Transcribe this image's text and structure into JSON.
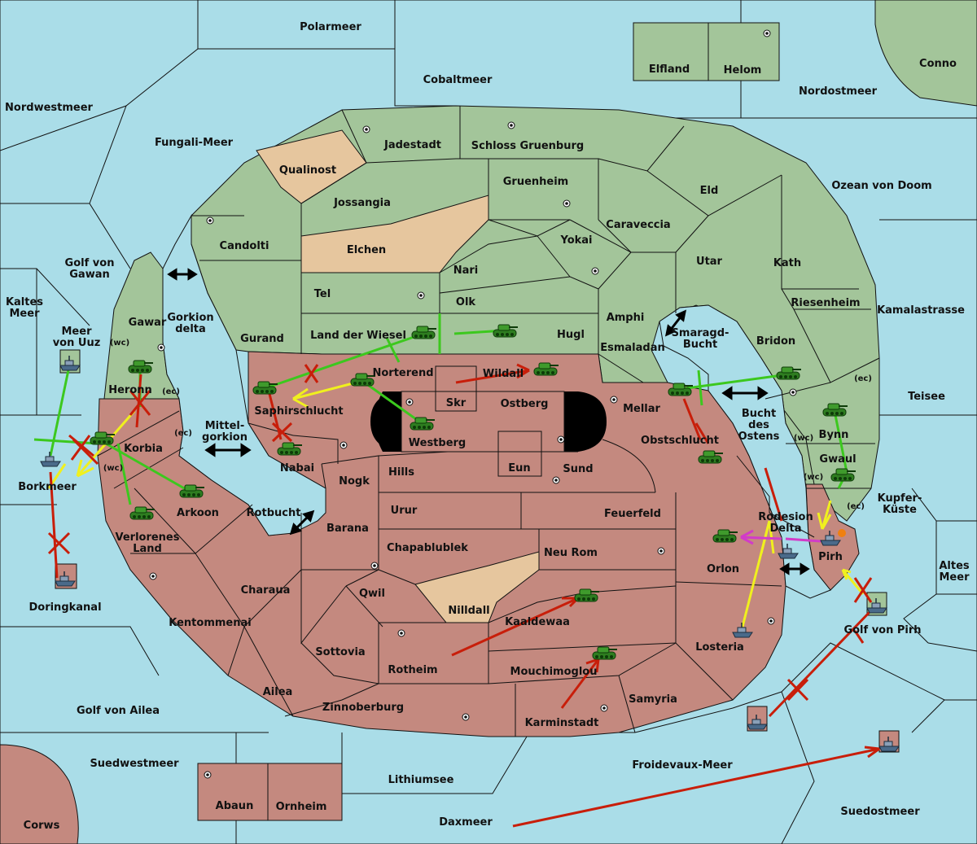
{
  "map": {
    "colors": {
      "sea": "#aadde8",
      "power_green": "#a3c59a",
      "power_red": "#c4897f",
      "neutral": "#e6c69e",
      "move_red": "#c81e0a",
      "move_green": "#3cc81e",
      "move_yellow": "#f0f01e",
      "move_magenta": "#d23cc8"
    },
    "sea_labels": {
      "polarmeer": "Polarmeer",
      "cobaltmeer": "Cobaltmeer",
      "nordwestmeer": "Nordwestmeer",
      "fungali": "Fungali-Meer",
      "nordostmeer": "Nordostmeer",
      "conno": "Conno",
      "ozean": "Ozean von Doom",
      "golf_gawan_1": "Golf von",
      "golf_gawan_2": "Gawan",
      "kaltes_1": "Kaltes",
      "kaltes_2": "Meer",
      "uuz_1": "Meer",
      "uuz_2": "von Uuz",
      "gorkion_1": "Gorkion",
      "gorkion_2": "delta",
      "mittel_1": "Mittel-",
      "mittel_2": "gorkion",
      "rotbucht": "Rotbucht",
      "smaragd_1": "Smaragd-",
      "smaragd_2": "Bucht",
      "kamalastrasse": "Kamalastrasse",
      "teisee": "Teisee",
      "bucht_1": "Bucht",
      "bucht_2": "des",
      "bucht_3": "Ostens",
      "kupfer_1": "Kupfer-",
      "kupfer_2": "Küste",
      "altes_1": "Altes",
      "altes_2": "Meer",
      "doringkanal": "Doringkanal",
      "golf_pirh": "Golf von Pirh",
      "golf_ailea": "Golf von Ailea",
      "suedwestmeer": "Suedwestmeer",
      "froidevaux": "Froidevaux-Meer",
      "lithiumsee": "Lithiumsee",
      "daxmeer": "Daxmeer",
      "suedostmeer": "Suedostmeer",
      "corws": "Corws"
    },
    "land_labels": {
      "elfland": "Elfland",
      "helom": "Helom",
      "jadestadt": "Jadestadt",
      "schloss": "Schloss Gruenburg",
      "qualinost": "Qualinost",
      "gruenheim": "Gruenheim",
      "eld": "Eld",
      "jossangia": "Jossangia",
      "caraveccia": "Caraveccia",
      "candolti": "Candolti",
      "elchen": "Elchen",
      "yokai": "Yokai",
      "utar": "Utar",
      "kath": "Kath",
      "nari": "Nari",
      "tel": "Tel",
      "olk": "Olk",
      "riesenheim": "Riesenheim",
      "amphi": "Amphi",
      "gawar": "Gawar",
      "land_wiesel": "Land der Wiesel",
      "hugl": "Hugl",
      "gurand": "Gurand",
      "bridon": "Bridon",
      "esmaladan": "Esmaladan",
      "norterend": "Norterend",
      "wildall": "Wildall",
      "heronn": "Heronn",
      "skr": "Skr",
      "ostberg": "Ostberg",
      "saphir": "Saphirschlucht",
      "mellar": "Mellar",
      "bynn": "Bynn",
      "westberg": "Westberg",
      "obstschlucht": "Obstschlucht",
      "korbia": "Korbia",
      "gwaul": "Gwaul",
      "nabai": "Nabai",
      "eun": "Eun",
      "sund": "Sund",
      "hills": "Hills",
      "borkmeer": "Borkmeer",
      "nogk": "Nogk",
      "arkoon": "Arkoon",
      "urur": "Urur",
      "feuerfeld": "Feuerfeld",
      "rodesion_1": "Rodesion",
      "rodesion_2": "Delta",
      "verlorenes_1": "Verlorenes",
      "verlorenes_2": "Land",
      "barana": "Barana",
      "chapablublek": "Chapablublek",
      "neu_rom": "Neu Rom",
      "pirh": "Pirh",
      "orlon": "Orlon",
      "charaua": "Charaua",
      "qwil": "Qwil",
      "nilldall": "Nilldall",
      "kentommenai": "Kentommenai",
      "kaaldewaa": "Kaaldewaa",
      "sottovia": "Sottovia",
      "losteria": "Losteria",
      "rotheim": "Rotheim",
      "mouchimoglou": "Mouchimoglou",
      "ailea": "Ailea",
      "samyria": "Samyria",
      "zinnoberburg": "Zinnoberburg",
      "karminstadt": "Karminstadt",
      "abaun": "Abaun",
      "ornheim": "Ornheim"
    },
    "coast_tags": {
      "wc": "(wc)",
      "ec": "(ec)"
    },
    "units": {
      "army_icon": "tank-icon",
      "fleet_icon": "ship-icon"
    }
  }
}
